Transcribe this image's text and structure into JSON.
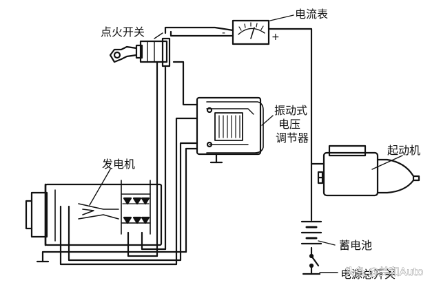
{
  "labels": {
    "ammeter": "电流表",
    "ignition_switch": "点火开关",
    "vibrating_regulator_1": "振动式",
    "vibrating_regulator_2": "电压",
    "vibrating_regulator_3": "调节器",
    "generator": "发电机",
    "starter_motor": "起动机",
    "battery": "蓄电池",
    "power_switch": "电源总开关"
  },
  "ammeter_signs": {
    "minus": "-",
    "plus": "+"
  },
  "watermark": "头条 @美和Auto"
}
